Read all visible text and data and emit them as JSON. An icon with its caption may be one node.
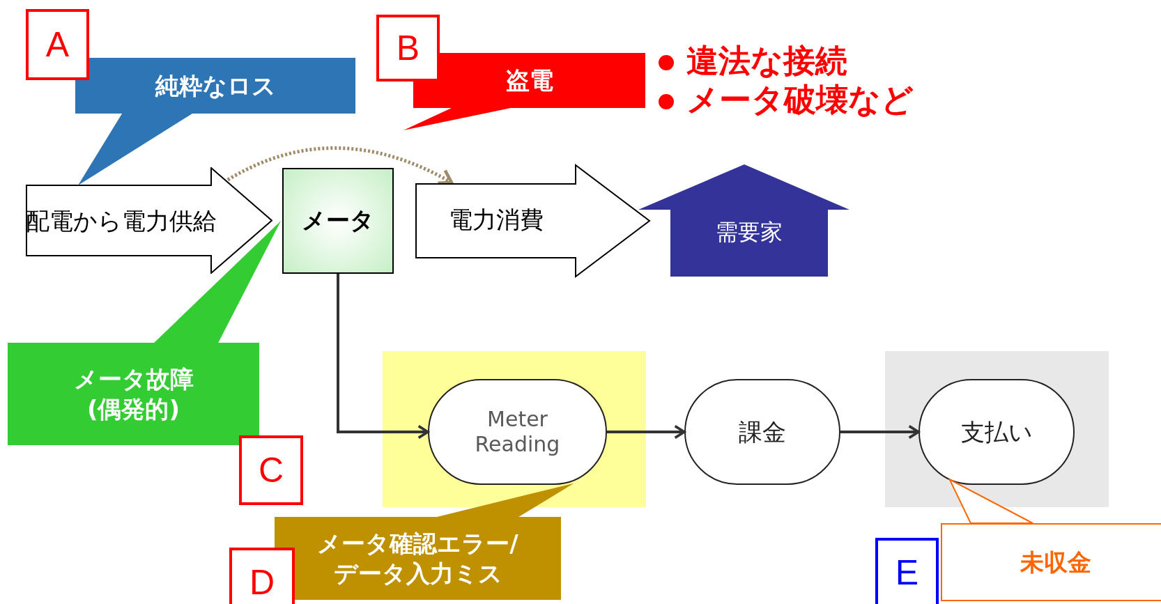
{
  "diagram": {
    "nodes": [
      {
        "text": [
          "A"
        ]
      },
      {
        "text": [
          "純粋なロス"
        ]
      },
      {
        "text": [
          "B"
        ]
      },
      {
        "text": [
          "盗電"
        ]
      },
      {
        "text": [
          "配電から電力供給"
        ]
      },
      {
        "text": [
          "メータ"
        ]
      },
      {
        "text": [
          "需要家"
        ]
      },
      {
        "text": [
          "メータ故障(偶発的)"
        ]
      },
      {
        "text": [
          "C"
        ]
      },
      {
        "text": [],
        "shape": "box"
      },
      {
        "text": [
          "Meter Reading"
        ],
        "in": 9
      },
      {
        "text": [
          "課金"
        ]
      },
      {
        "text": [],
        "shape": "box"
      },
      {
        "text": [
          "支払い"
        ],
        "in": 12
      },
      {
        "text": [
          "メータ確認エラー/データ入力ミス"
        ]
      },
      {
        "text": [
          "D"
        ]
      },
      {
        "text": [
          "E"
        ]
      },
      {
        "text": [
          "未収金"
        ]
      }
    ],
    "edges": [
      {
        "from": 1,
        "to": 4,
        "arrow": "to",
        "color": "#2e75b6"
      },
      {
        "from": 3,
        "to": null,
        "arrow": "both",
        "color": "#ff0000"
      },
      {
        "from": 4,
        "to": null,
        "arrow": "to",
        "style": "dashed",
        "color": "#a08a6a"
      },
      {
        "from": 7,
        "to": 5,
        "arrow": "both",
        "color": "#33cc33"
      },
      {
        "from": 5,
        "to": 10,
        "arrow": "to"
      },
      {
        "from": 10,
        "to": 11,
        "arrow": "to"
      },
      {
        "from": 11,
        "to": 13,
        "arrow": "to"
      },
      {
        "from": 14,
        "to": 10,
        "arrow": "both",
        "color": "#bf9000"
      },
      {
        "from": 17,
        "to": 13,
        "arrow": "to",
        "color": "#ff6600"
      },
      {
        "from": 5,
        "to": 6,
        "arrow": "to",
        "label": "電力消費",
        "style": "thick"
      }
    ],
    "labels": [
      "違法な接続",
      "メータ破壊など"
    ]
  }
}
